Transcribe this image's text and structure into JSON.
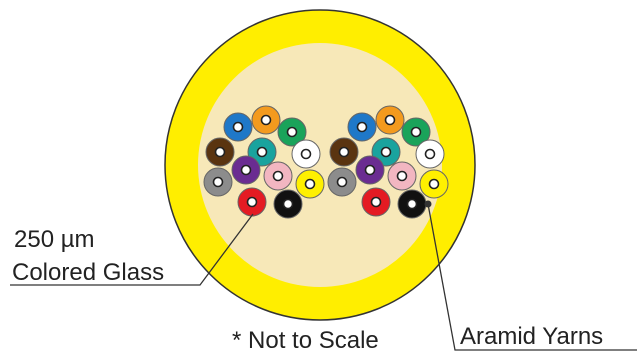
{
  "labels": {
    "fiber_size": "250 µm",
    "fiber_type": "Colored Glass",
    "scale_note": "* Not to Scale",
    "strength_member": "Aramid Yarns"
  },
  "colors": {
    "jacket": "#ffee00",
    "jacket_outline": "#333333",
    "core_fill": "#f7e8b8",
    "leader_line": "#333333",
    "fiber_center": "#ffffff",
    "fiber_palette": {
      "blue": "#1f78c8",
      "orange": "#f39a1e",
      "green": "#1aa35a",
      "brown": "#5a3410",
      "slate": "#8c8c8c",
      "white": "#ffffff",
      "red": "#e41b23",
      "black": "#111111",
      "yellow": "#fff000",
      "violet": "#6a2c91",
      "rose": "#f2b6c1",
      "aqua": "#1aa39e"
    }
  },
  "fiber_bundles": [
    {
      "name": "left-bundle",
      "fibers": [
        "orange",
        "blue",
        "green",
        "brown",
        "aqua",
        "white",
        "violet",
        "rose",
        "slate",
        "yellow",
        "red",
        "black"
      ]
    },
    {
      "name": "right-bundle",
      "fibers": [
        "orange",
        "blue",
        "green",
        "brown",
        "aqua",
        "white",
        "violet",
        "rose",
        "slate",
        "yellow",
        "red",
        "black"
      ]
    }
  ]
}
